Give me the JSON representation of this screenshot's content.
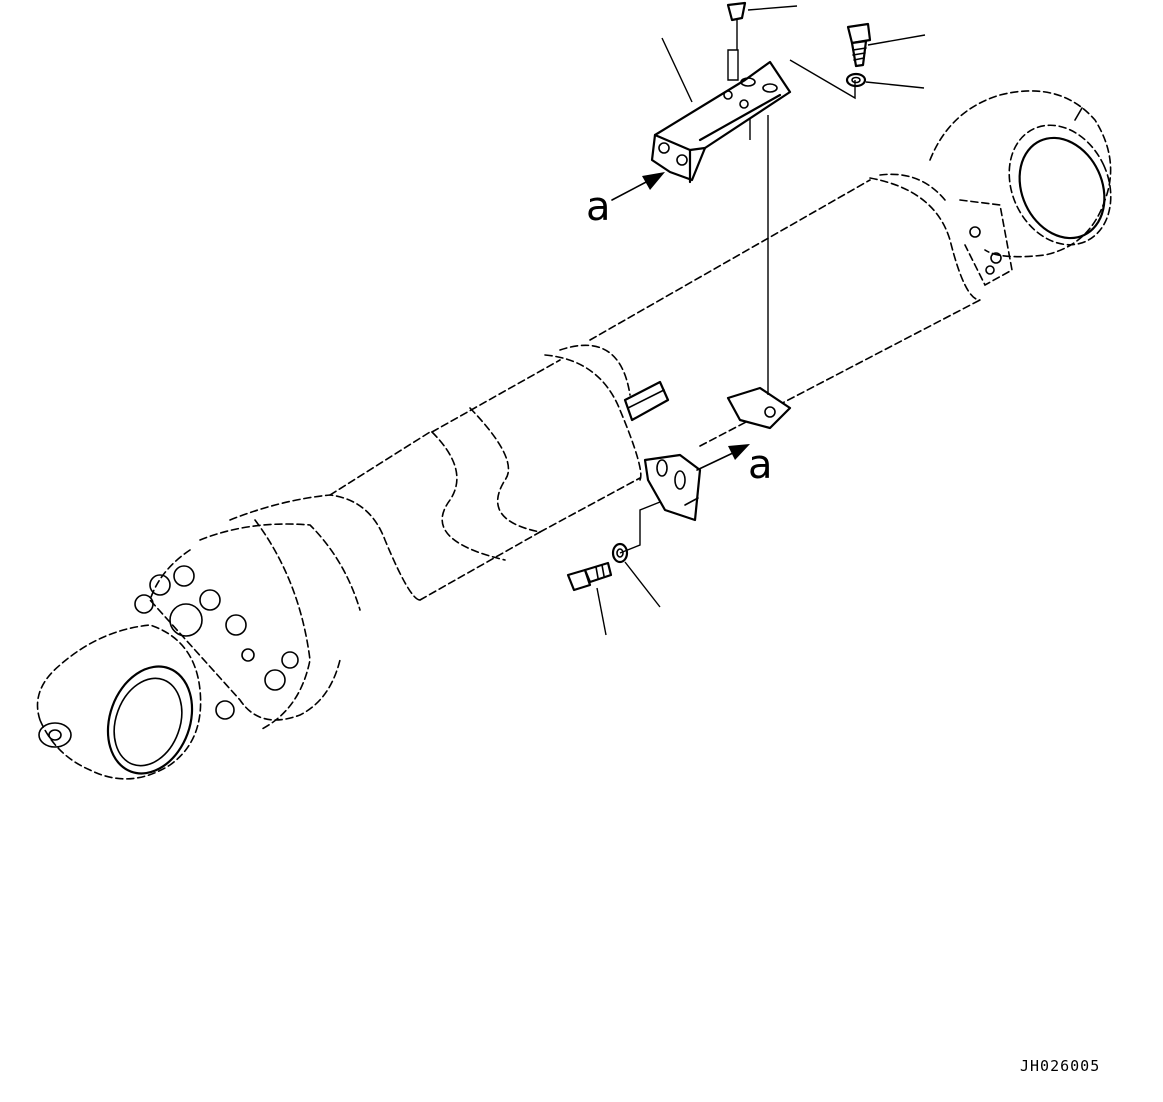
{
  "labels": {
    "view_marker_upper": "a",
    "view_marker_lower": "a",
    "drawing_number": "JH026005"
  }
}
